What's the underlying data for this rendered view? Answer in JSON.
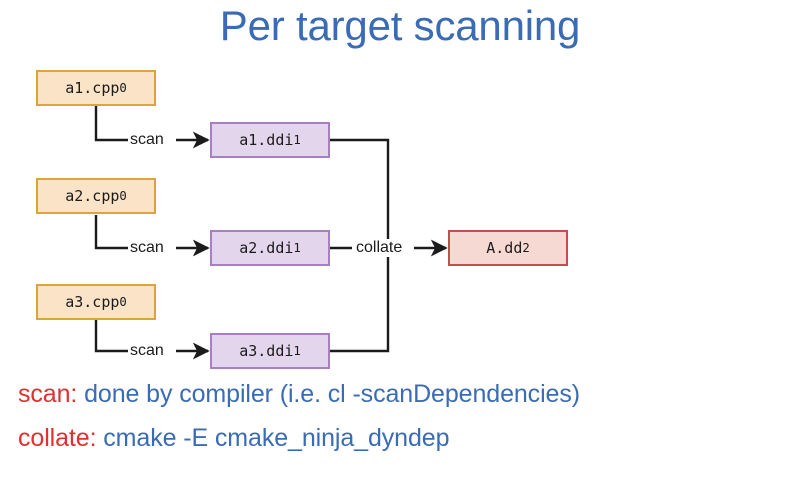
{
  "slide": {
    "title": "Per target scanning",
    "title_color": "#3a6cb5",
    "background": "#ffffff"
  },
  "diagram": {
    "source_nodes": [
      {
        "label": "a1.cpp",
        "superscript": "0"
      },
      {
        "label": "a2.cpp",
        "superscript": "0"
      },
      {
        "label": "a3.cpp",
        "superscript": "0"
      }
    ],
    "scan_nodes": [
      {
        "label": "a1.ddi",
        "superscript": "1"
      },
      {
        "label": "a2.ddi",
        "superscript": "1"
      },
      {
        "label": "a3.ddi",
        "superscript": "1"
      }
    ],
    "output_node": {
      "label": "A.dd",
      "superscript": "2"
    },
    "scan_edge_labels": [
      "scan",
      "scan",
      "scan"
    ],
    "collate_edge_label": "collate",
    "colors": {
      "source_fill": "#fbe3c7",
      "source_border": "#dda33c",
      "scan_fill": "#e3d5ec",
      "scan_border": "#a87fc0",
      "output_fill": "#f7d9d4",
      "output_border": "#c0504d",
      "wire": "#1b1b1b"
    }
  },
  "legend": {
    "lines": [
      {
        "key": "scan:",
        "text": " done by compiler (i.e. cl -scanDependencies)"
      },
      {
        "key": "collate:",
        "text": " cmake -E cmake_ninja_dyndep"
      }
    ],
    "key_color": "#e03030",
    "text_color": "#3a6cb5"
  }
}
